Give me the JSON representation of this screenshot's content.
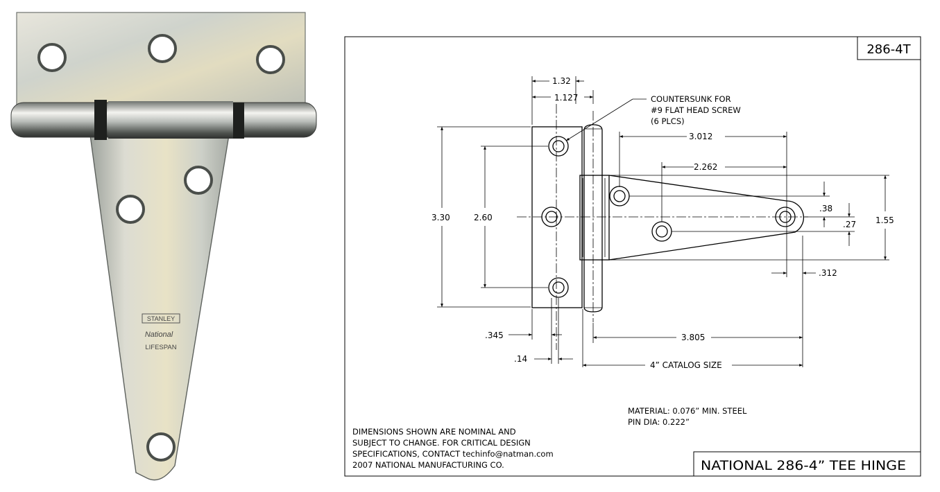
{
  "photo": {
    "stamp_lines": [
      "STANLEY",
      "National",
      "LIFESPAN"
    ]
  },
  "drawing": {
    "part_number": "286-4T",
    "title_block": "NATIONAL 286-4” TEE HINGE",
    "callout": [
      "COUNTERSUNK FOR",
      "#9 FLAT HEAD SCREW",
      "(6 PLCS)"
    ],
    "dimensions": {
      "d_132": "1.32",
      "d_1127": "1.127",
      "d_3012": "3.012",
      "d_2262": "2.262",
      "d_330": "3.30",
      "d_260": "2.60",
      "d_038": ".38",
      "d_027": ".27",
      "d_155": "1.55",
      "d_0312": ".312",
      "d_0345": ".345",
      "d_3805": "3.805",
      "d_014": ".14",
      "d_catalog": "4”  CATALOG SIZE"
    },
    "material": [
      "MATERIAL: 0.076” MIN. STEEL",
      "PIN DIA: 0.222”"
    ],
    "notes": [
      "DIMENSIONS SHOWN ARE NOMINAL AND",
      "SUBJECT TO CHANGE. FOR CRITICAL DESIGN",
      "SPECIFICATIONS, CONTACT techinfo@natman.com",
      "2007 NATIONAL MANUFACTURING CO."
    ]
  }
}
